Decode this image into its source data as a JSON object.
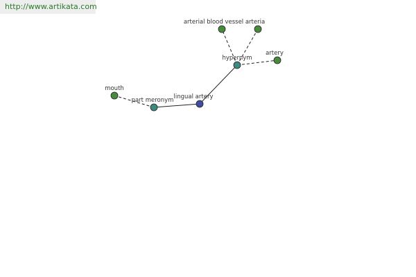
{
  "source_url": "http://www.artikata.com",
  "graph": {
    "nodes": [
      {
        "id": "arterial-blood-vessel",
        "label": "arterial blood vessel",
        "color": "#4a8a3f"
      },
      {
        "id": "arteria",
        "label": "arteria",
        "color": "#4a8a3f"
      },
      {
        "id": "artery",
        "label": "artery",
        "color": "#4a8a3f"
      },
      {
        "id": "hypernym",
        "label": "hypernym",
        "color": "#3f8a7e"
      },
      {
        "id": "mouth",
        "label": "mouth",
        "color": "#4a8a3f"
      },
      {
        "id": "part-meronym",
        "label": "part meronym",
        "color": "#3f8a7e"
      },
      {
        "id": "lingual-artery",
        "label": "lingual artery",
        "color": "#3f4fa0"
      }
    ],
    "edges": [
      {
        "from": "lingual-artery",
        "to": "hypernym",
        "style": "solid"
      },
      {
        "from": "lingual-artery",
        "to": "part-meronym",
        "style": "solid"
      },
      {
        "from": "hypernym",
        "to": "arterial-blood-vessel",
        "style": "dashed"
      },
      {
        "from": "hypernym",
        "to": "arteria",
        "style": "dashed"
      },
      {
        "from": "hypernym",
        "to": "artery",
        "style": "dashed"
      },
      {
        "from": "part-meronym",
        "to": "mouth",
        "style": "dashed"
      }
    ]
  }
}
